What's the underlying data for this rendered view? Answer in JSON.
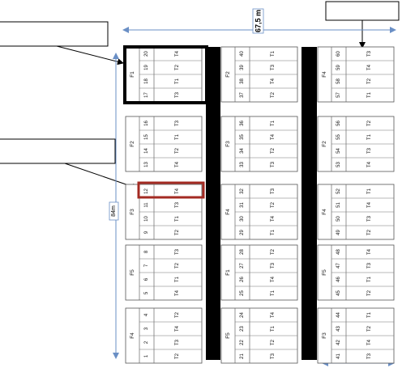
{
  "dimension_width": "67,5 m",
  "dimension_height": "84m",
  "callouts": [
    "",
    "",
    ""
  ],
  "colors": {
    "red_highlight": "#a32a22",
    "black_highlight": "#000000",
    "aisle": "#000000",
    "dim_line": "#6a8fc5"
  },
  "columns": [
    {
      "blocks": [
        {
          "label": "F1",
          "rows": [
            {
              "num": "20",
              "code": "T4"
            },
            {
              "num": "19",
              "code": "T2"
            },
            {
              "num": "18",
              "code": "T1"
            },
            {
              "num": "17",
              "code": "T3"
            }
          ]
        },
        {
          "label": "F2",
          "rows": [
            {
              "num": "16",
              "code": "T3"
            },
            {
              "num": "15",
              "code": "T1"
            },
            {
              "num": "14",
              "code": "T2"
            },
            {
              "num": "13",
              "code": "T4"
            }
          ]
        },
        {
          "label": "F3",
          "rows": [
            {
              "num": "12",
              "code": "T4"
            },
            {
              "num": "11",
              "code": "T3"
            },
            {
              "num": "10",
              "code": "T1"
            },
            {
              "num": "9",
              "code": "T2"
            }
          ]
        },
        {
          "label": "F5",
          "rows": [
            {
              "num": "8",
              "code": "T3"
            },
            {
              "num": "7",
              "code": "T2"
            },
            {
              "num": "6",
              "code": "T1"
            },
            {
              "num": "5",
              "code": "T4"
            }
          ]
        },
        {
          "label": "F4",
          "rows": [
            {
              "num": "4",
              "code": "T2"
            },
            {
              "num": "3",
              "code": "T4"
            },
            {
              "num": "2",
              "code": "T3"
            },
            {
              "num": "1",
              "code": "T2"
            }
          ]
        }
      ]
    },
    {
      "blocks": [
        {
          "label": "F2",
          "rows": [
            {
              "num": "40",
              "code": "T1"
            },
            {
              "num": "39",
              "code": "T3"
            },
            {
              "num": "38",
              "code": "T4"
            },
            {
              "num": "37",
              "code": "T2"
            }
          ]
        },
        {
          "label": "F3",
          "rows": [
            {
              "num": "36",
              "code": "T1"
            },
            {
              "num": "35",
              "code": "T4"
            },
            {
              "num": "34",
              "code": "T2"
            },
            {
              "num": "33",
              "code": "T3"
            }
          ]
        },
        {
          "label": "F4",
          "rows": [
            {
              "num": "32",
              "code": "T3"
            },
            {
              "num": "31",
              "code": "T2"
            },
            {
              "num": "30",
              "code": "T4"
            },
            {
              "num": "29",
              "code": "T1"
            }
          ]
        },
        {
          "label": "F1",
          "rows": [
            {
              "num": "28",
              "code": "T2"
            },
            {
              "num": "27",
              "code": "T3"
            },
            {
              "num": "26",
              "code": "T4"
            },
            {
              "num": "25",
              "code": "T1"
            }
          ]
        },
        {
          "label": "F5",
          "rows": [
            {
              "num": "24",
              "code": "T4"
            },
            {
              "num": "23",
              "code": "T1"
            },
            {
              "num": "22",
              "code": "T2"
            },
            {
              "num": "21",
              "code": "T3"
            }
          ]
        }
      ]
    },
    {
      "blocks": [
        {
          "label": "F4",
          "rows": [
            {
              "num": "60",
              "code": "T3"
            },
            {
              "num": "59",
              "code": "T4"
            },
            {
              "num": "58",
              "code": "T2"
            },
            {
              "num": "57",
              "code": "T1"
            }
          ]
        },
        {
          "label": "F2",
          "rows": [
            {
              "num": "56",
              "code": "T2"
            },
            {
              "num": "55",
              "code": "T1"
            },
            {
              "num": "54",
              "code": "T3"
            },
            {
              "num": "53",
              "code": "T4"
            }
          ]
        },
        {
          "label": "F4",
          "rows": [
            {
              "num": "52",
              "code": "T1"
            },
            {
              "num": "51",
              "code": "T4"
            },
            {
              "num": "50",
              "code": "T3"
            },
            {
              "num": "49",
              "code": "T2"
            }
          ]
        },
        {
          "label": "F5",
          "rows": [
            {
              "num": "48",
              "code": "T4"
            },
            {
              "num": "47",
              "code": "T3"
            },
            {
              "num": "46",
              "code": "T1"
            },
            {
              "num": "45",
              "code": "T2"
            }
          ]
        },
        {
          "label": "F3",
          "rows": [
            {
              "num": "44",
              "code": "T1"
            },
            {
              "num": "43",
              "code": "T2"
            },
            {
              "num": "42",
              "code": "T4"
            },
            {
              "num": "41",
              "code": "T3"
            }
          ]
        }
      ]
    }
  ]
}
